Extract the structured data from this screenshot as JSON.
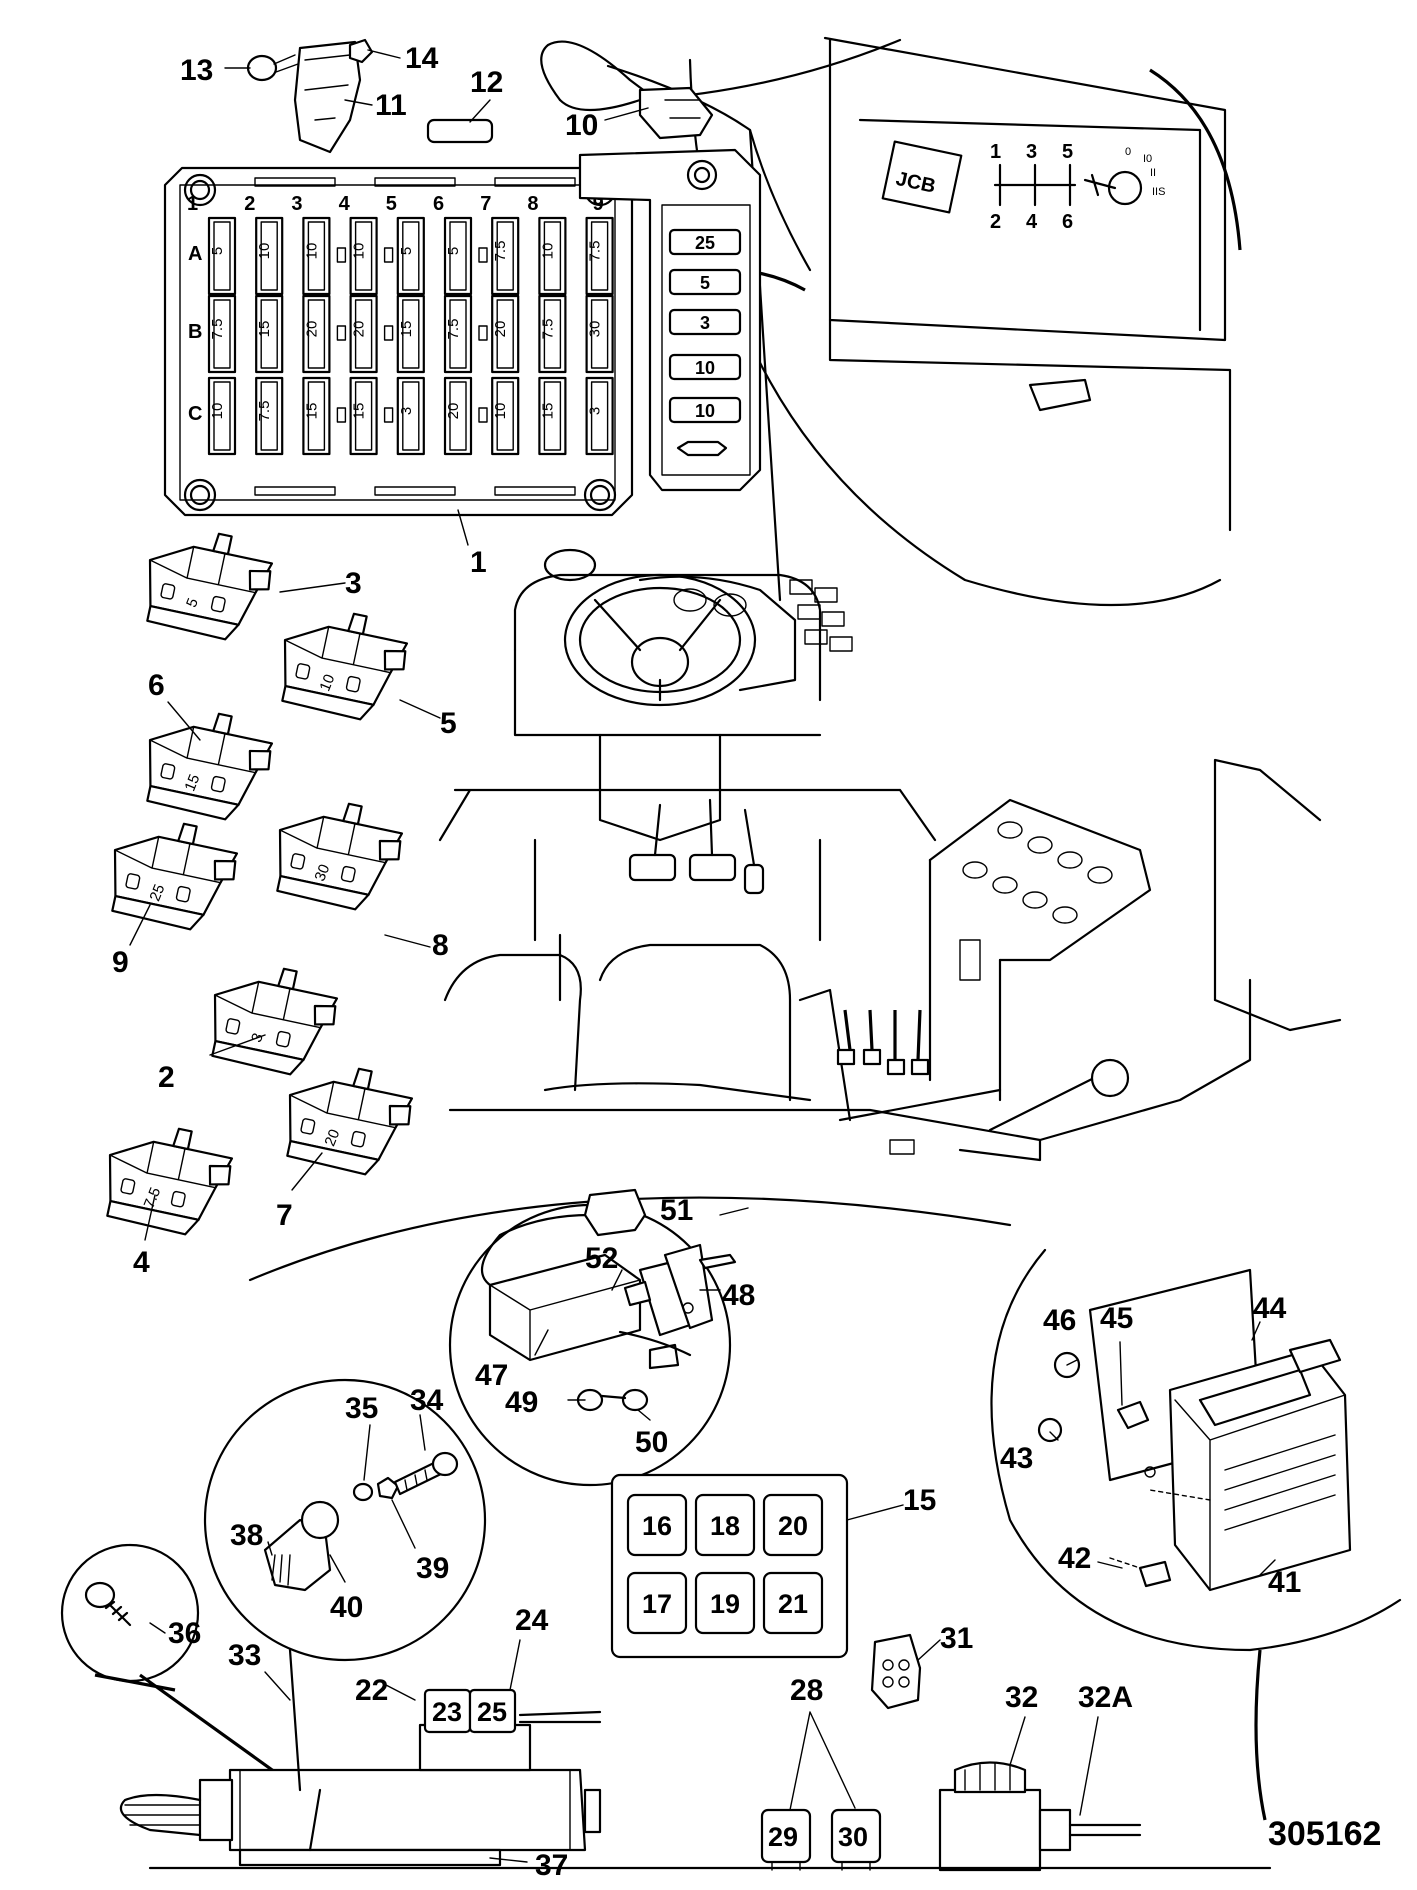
{
  "figure_number": "305162",
  "callouts": {
    "c1": "1",
    "c2": "2",
    "c3": "3",
    "c4": "4",
    "c5": "5",
    "c6": "6",
    "c7": "7",
    "c8": "8",
    "c9": "9",
    "c10": "10",
    "c11": "11",
    "c12": "12",
    "c13": "13",
    "c14": "14",
    "c15": "15",
    "c22": "22",
    "c24": "24",
    "c28": "28",
    "c31": "31",
    "c32": "32",
    "c32A": "32A",
    "c33": "33",
    "c34": "34",
    "c35": "35",
    "c36": "36",
    "c37": "37",
    "c38": "38",
    "c39": "39",
    "c40": "40",
    "c41": "41",
    "c42": "42",
    "c43": "43",
    "c44": "44",
    "c45": "45",
    "c46": "46",
    "c47": "47",
    "c48": "48",
    "c49": "49",
    "c50": "50",
    "c51": "51",
    "c52": "52"
  },
  "fuse_box": {
    "columns": [
      "1",
      "2",
      "3",
      "4",
      "5",
      "6",
      "7",
      "8",
      "9"
    ],
    "rows": [
      {
        "label": "A",
        "ratings": [
          "5",
          "10",
          "10",
          "10",
          "5",
          "5",
          "7.5",
          "10",
          "7.5"
        ]
      },
      {
        "label": "B",
        "ratings": [
          "7.5",
          "15",
          "20",
          "20",
          "15",
          "7.5",
          "20",
          "7.5",
          "30"
        ]
      },
      {
        "label": "C",
        "ratings": [
          "10",
          "7.5",
          "15",
          "15",
          "3",
          "20",
          "10",
          "15",
          "3"
        ]
      }
    ]
  },
  "side_fuses": [
    "25",
    "5",
    "3",
    "10",
    "10"
  ],
  "loose_fuses": [
    {
      "callout": "3",
      "rating": "5"
    },
    {
      "callout": "5",
      "rating": "10"
    },
    {
      "callout": "6",
      "rating": "15"
    },
    {
      "callout": "8",
      "rating": "30"
    },
    {
      "callout": "9",
      "rating": "25"
    },
    {
      "callout": "2",
      "rating": "3"
    },
    {
      "callout": "7",
      "rating": "20"
    },
    {
      "callout": "4",
      "rating": "7.5"
    }
  ],
  "relay_panel": {
    "top": [
      "16",
      "18",
      "20"
    ],
    "bottom": [
      "17",
      "19",
      "21"
    ]
  },
  "relays_23_25": [
    "23",
    "25"
  ],
  "relays_29_30": [
    "29",
    "30"
  ],
  "gear_pattern": {
    "top": [
      "1",
      "3",
      "5"
    ],
    "bottom": [
      "2",
      "4",
      "6"
    ]
  },
  "ignition_positions": [
    "0",
    "I0",
    "II",
    "IIS"
  ],
  "brand_logo": "JCB"
}
